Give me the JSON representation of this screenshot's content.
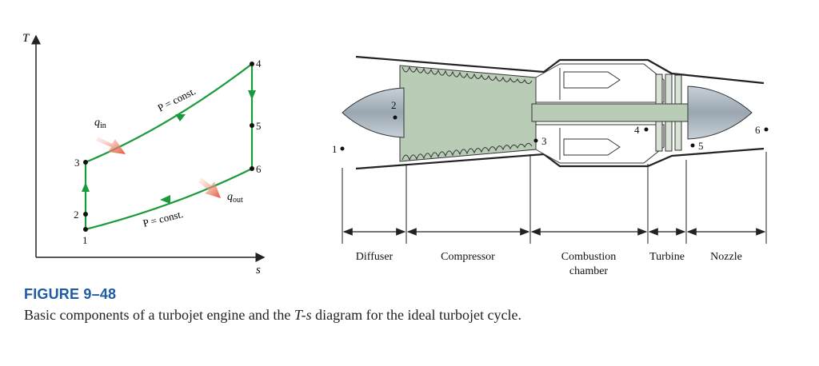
{
  "colors": {
    "cycle_line": "#1a9a3a",
    "heat_arrow": "#e8664a",
    "compressor_fill": "#b9ccb6",
    "spinner_fill": "#a8b3bc",
    "figure_label": "#1f5aa6"
  },
  "ts_diagram": {
    "y_axis_label": "T",
    "x_axis_label": "s",
    "process_label_top": "P = const.",
    "process_label_bottom": "P = const.",
    "heat_in_label": "q",
    "heat_in_sub": "in",
    "heat_out_label": "q",
    "heat_out_sub": "out",
    "states": [
      {
        "label": "1"
      },
      {
        "label": "2"
      },
      {
        "label": "3"
      },
      {
        "label": "4"
      },
      {
        "label": "5"
      },
      {
        "label": "6"
      }
    ]
  },
  "engine": {
    "station_labels": [
      "1",
      "2",
      "3",
      "4",
      "5",
      "6"
    ],
    "sections": [
      {
        "label": "Diffuser"
      },
      {
        "label": "Compressor"
      },
      {
        "label": "Combustion",
        "label2": "chamber"
      },
      {
        "label": "Turbine"
      },
      {
        "label": "Nozzle"
      }
    ]
  },
  "caption": {
    "figure_label": "FIGURE 9–48",
    "text_before": "Basic components of a turbojet engine and the ",
    "text_italic": "T-s",
    "text_after": " diagram for the ideal turbojet cycle."
  }
}
